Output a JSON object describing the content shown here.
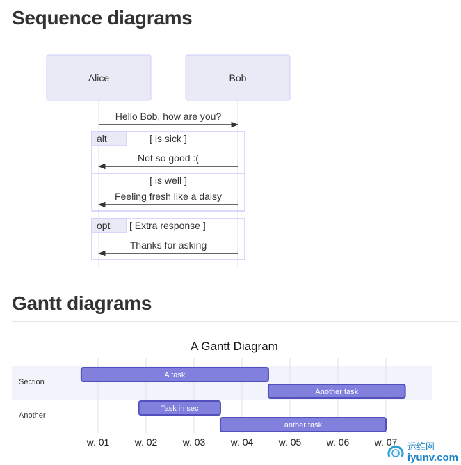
{
  "sequence": {
    "heading": "Sequence diagrams",
    "participants": [
      "Alice",
      "Bob"
    ],
    "messages": [
      {
        "text": "Hello Bob, how are you?",
        "from": "Alice",
        "to": "Bob"
      },
      {
        "text": "Not so good :(",
        "from": "Bob",
        "to": "Alice"
      },
      {
        "text": "Feeling fresh like a daisy",
        "from": "Bob",
        "to": "Alice"
      },
      {
        "text": "Thanks for asking",
        "from": "Bob",
        "to": "Alice"
      }
    ],
    "alt": {
      "label": "alt",
      "condition": "[ is sick ]",
      "else_condition": "[ is well ]"
    },
    "opt": {
      "label": "opt",
      "condition": "[ Extra response ]"
    }
  },
  "gantt": {
    "heading": "Gantt diagrams",
    "title": "A Gantt Diagram",
    "sections": [
      "Section",
      "Another"
    ],
    "tasks": [
      {
        "name": "A task",
        "start": 0.65,
        "end": 4.55
      },
      {
        "name": "Another task",
        "start": 4.55,
        "end": 7.4
      },
      {
        "name": "Task in sec",
        "start": 1.85,
        "end": 3.55
      },
      {
        "name": "anther task",
        "start": 3.55,
        "end": 7.0
      }
    ],
    "ticks": [
      "w. 01",
      "w. 02",
      "w. 03",
      "w. 04",
      "w. 05",
      "w. 06",
      "w. 07"
    ]
  },
  "colors": {
    "actor_fill": "#eaeaf7",
    "actor_stroke": "#ccccff",
    "frame_stroke": "#ccccff",
    "task_fill": "#8181dd",
    "task_stroke": "#534fbc",
    "section_band": "#f3f3fc"
  },
  "watermark": {
    "cn": "运维网",
    "url": "iyunv.com",
    "icon": "watermark-logo-icon"
  }
}
